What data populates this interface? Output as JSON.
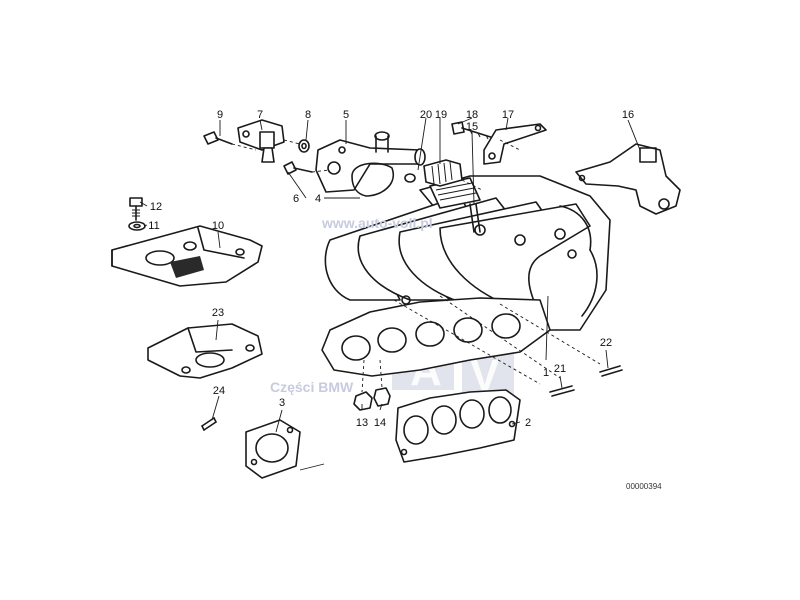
{
  "callouts": [
    "1",
    "2",
    "3",
    "4",
    "5",
    "6",
    "7",
    "8",
    "9",
    "10",
    "11",
    "12",
    "13",
    "14",
    "15",
    "16",
    "17",
    "18",
    "19",
    "20",
    "21",
    "22",
    "23",
    "24"
  ],
  "watermark": {
    "url": "www.auto-voll.pl",
    "caption": "Części BMW",
    "logo_letters": [
      "A",
      "V"
    ],
    "color": "#c9ccdf"
  },
  "document_number": "00000394"
}
